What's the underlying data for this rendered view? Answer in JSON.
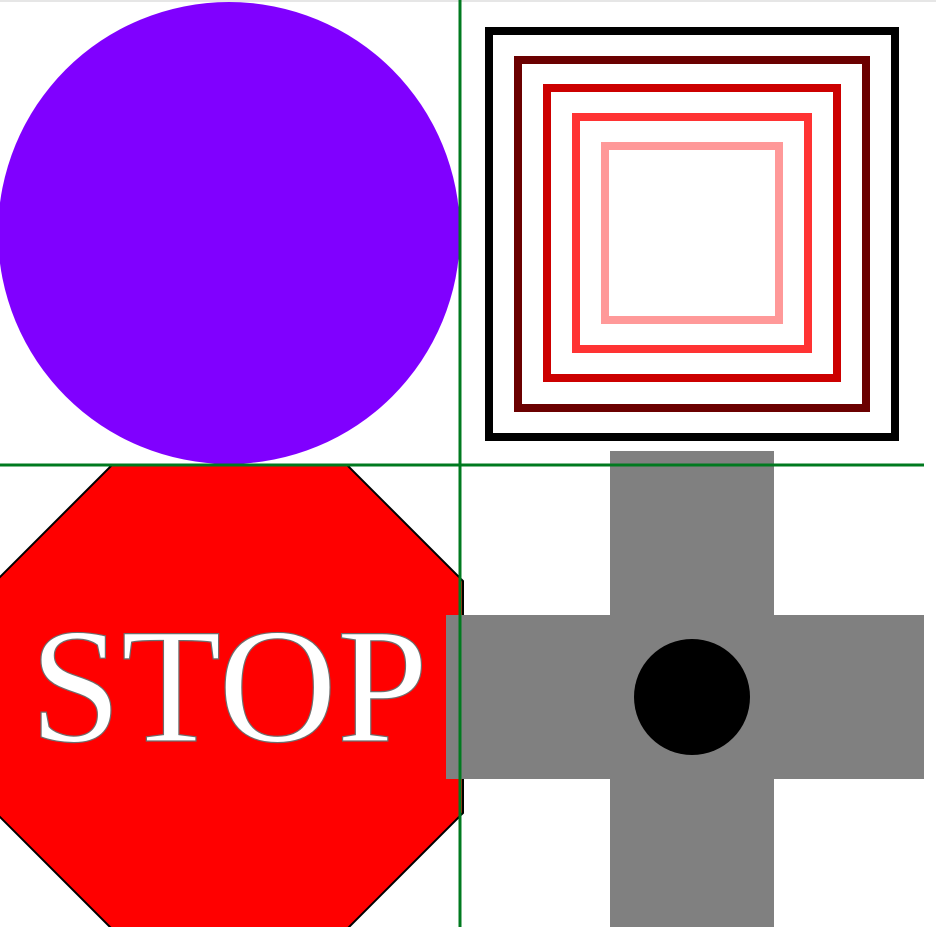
{
  "colors": {
    "background": "#ffffff",
    "top_border": "#cccccc",
    "grid_lines": "#007a1f",
    "circle": "#8000ff",
    "squares": [
      "#000000",
      "#6b0000",
      "#cc0000",
      "#ff3333",
      "#ff9999"
    ],
    "stop_fill": "#ff0000",
    "stop_outline": "#000000",
    "stop_text_fill": "#ffffff",
    "stop_text_stroke": "#6e6e6e",
    "cross": "#808080",
    "dot": "#000000"
  },
  "stop_sign": {
    "label": "STOP"
  },
  "icons": [
    "purple-circle",
    "nested-squares",
    "stop-sign",
    "gray-cross",
    "black-dot"
  ]
}
